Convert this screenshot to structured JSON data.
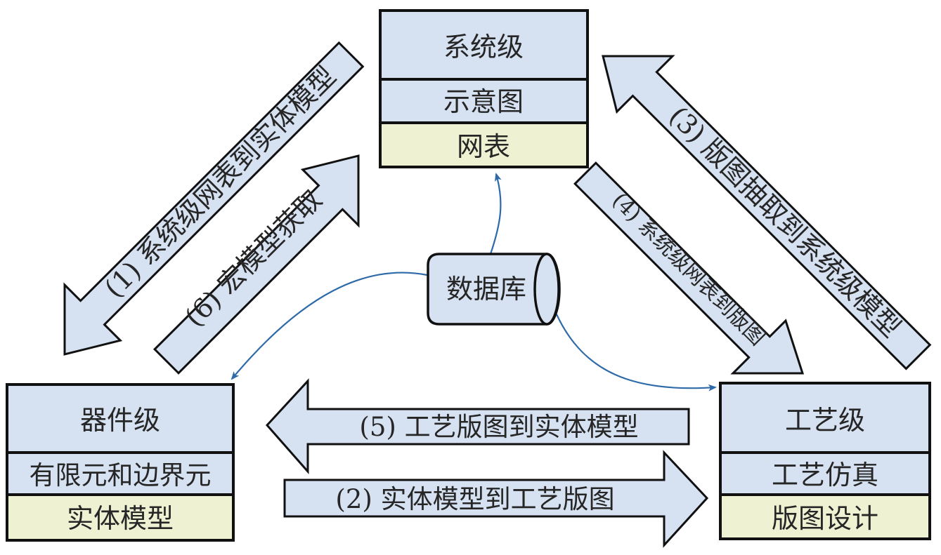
{
  "colors": {
    "header_fill": "#d6e1f1",
    "bottom_fill": "#eef2d3",
    "arrow_fill": "#d6e1f1",
    "stroke": "#111111",
    "connector": "#2f6aa8",
    "text": "#262626"
  },
  "system_level": {
    "title": "系统级",
    "row2": "示意图",
    "row3": "网表"
  },
  "device_level": {
    "title": "器件级",
    "row2": "有限元和边界元",
    "row3": "实体模型"
  },
  "process_level": {
    "title": "工艺级",
    "row2": "工艺仿真",
    "row3": "版图设计"
  },
  "database": {
    "label": "数据库"
  },
  "arrows": {
    "a1": "(1) 系统级网表到实体模型",
    "a2": "(2) 实体模型到工艺版图",
    "a3": "(3) 版图抽取到系统级模型",
    "a4": "(4) 系统级网表到版图",
    "a5": "(5) 工艺版图到实体模型",
    "a6": "(6) 宏模型获取"
  }
}
